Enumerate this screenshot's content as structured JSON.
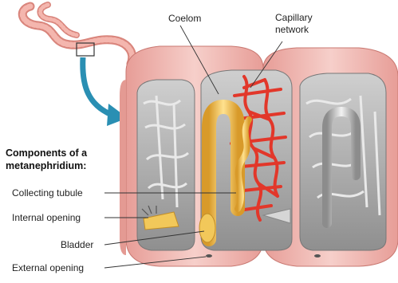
{
  "heading": {
    "line1": "Components of a",
    "line2": "metanephridium:"
  },
  "labels": {
    "coelom": "Coelom",
    "capillary_line1": "Capillary",
    "capillary_line2": "network",
    "collecting_tubule": "Collecting tubule",
    "internal_opening": "Internal opening",
    "bladder": "Bladder",
    "external_opening": "External opening"
  },
  "colors": {
    "body_wall": "#efb9b4",
    "body_wall_dark": "#d98e89",
    "coelom": "#b9b9b9",
    "tubule": "#f2c85a",
    "capillaries": "#e2372a",
    "arrow": "#2a8fb3",
    "worm": "#f0a8a0"
  }
}
